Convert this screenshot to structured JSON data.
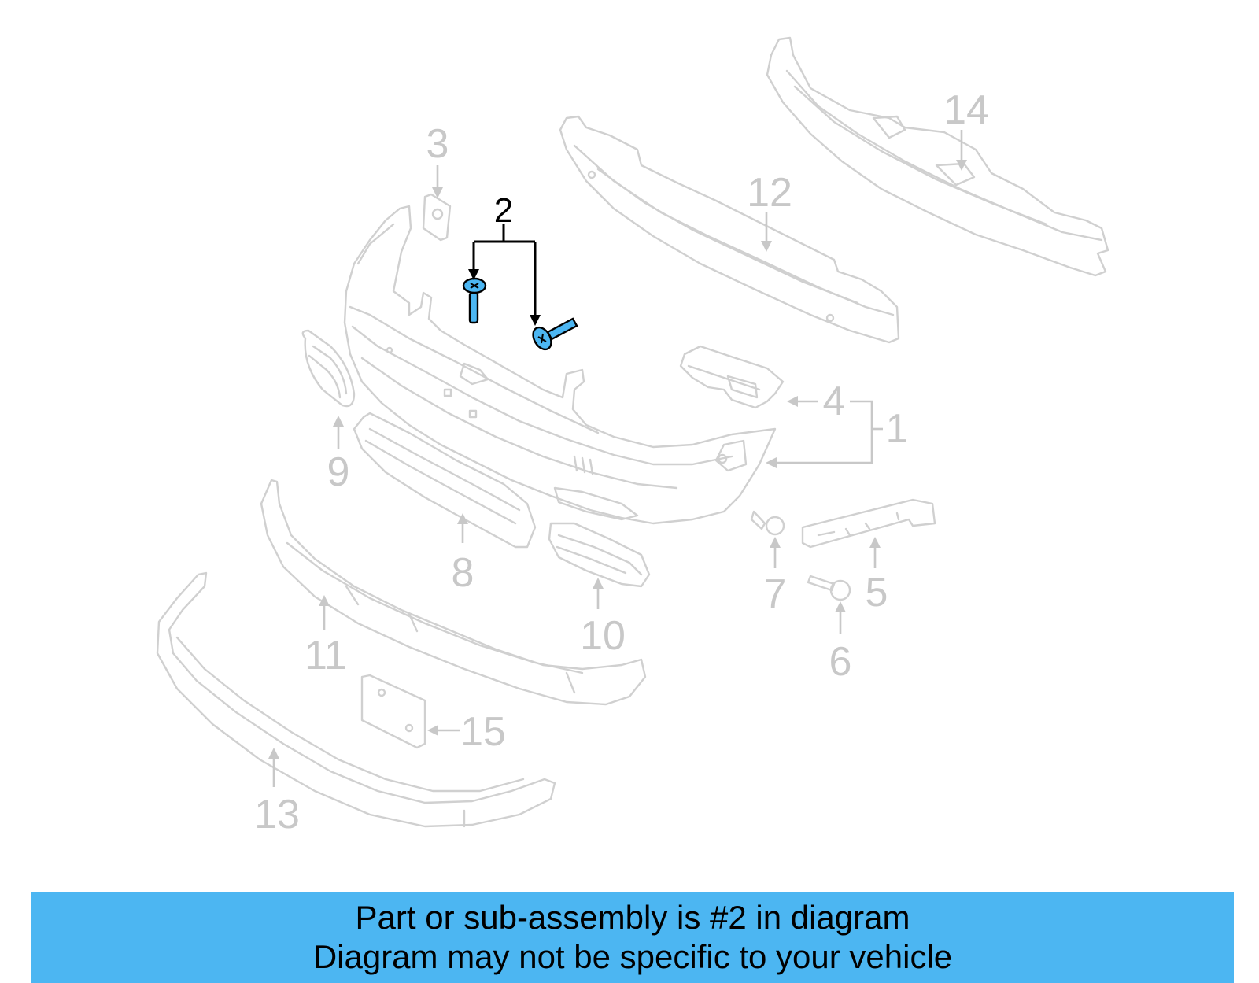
{
  "diagram": {
    "highlight_color": "#4cb6f2",
    "callouts": [
      {
        "id": "1",
        "label": "1"
      },
      {
        "id": "2",
        "label": "2"
      },
      {
        "id": "3",
        "label": "3"
      },
      {
        "id": "4",
        "label": "4"
      },
      {
        "id": "5",
        "label": "5"
      },
      {
        "id": "6",
        "label": "6"
      },
      {
        "id": "7",
        "label": "7"
      },
      {
        "id": "8",
        "label": "8"
      },
      {
        "id": "9",
        "label": "9"
      },
      {
        "id": "10",
        "label": "10"
      },
      {
        "id": "11",
        "label": "11"
      },
      {
        "id": "12",
        "label": "12"
      },
      {
        "id": "13",
        "label": "13"
      },
      {
        "id": "14",
        "label": "14"
      },
      {
        "id": "15",
        "label": "15"
      }
    ]
  },
  "banner": {
    "line1": "Part or sub-assembly is #2 in diagram",
    "line2": "Diagram may not be specific to your vehicle",
    "background": "#4cb6f2"
  }
}
